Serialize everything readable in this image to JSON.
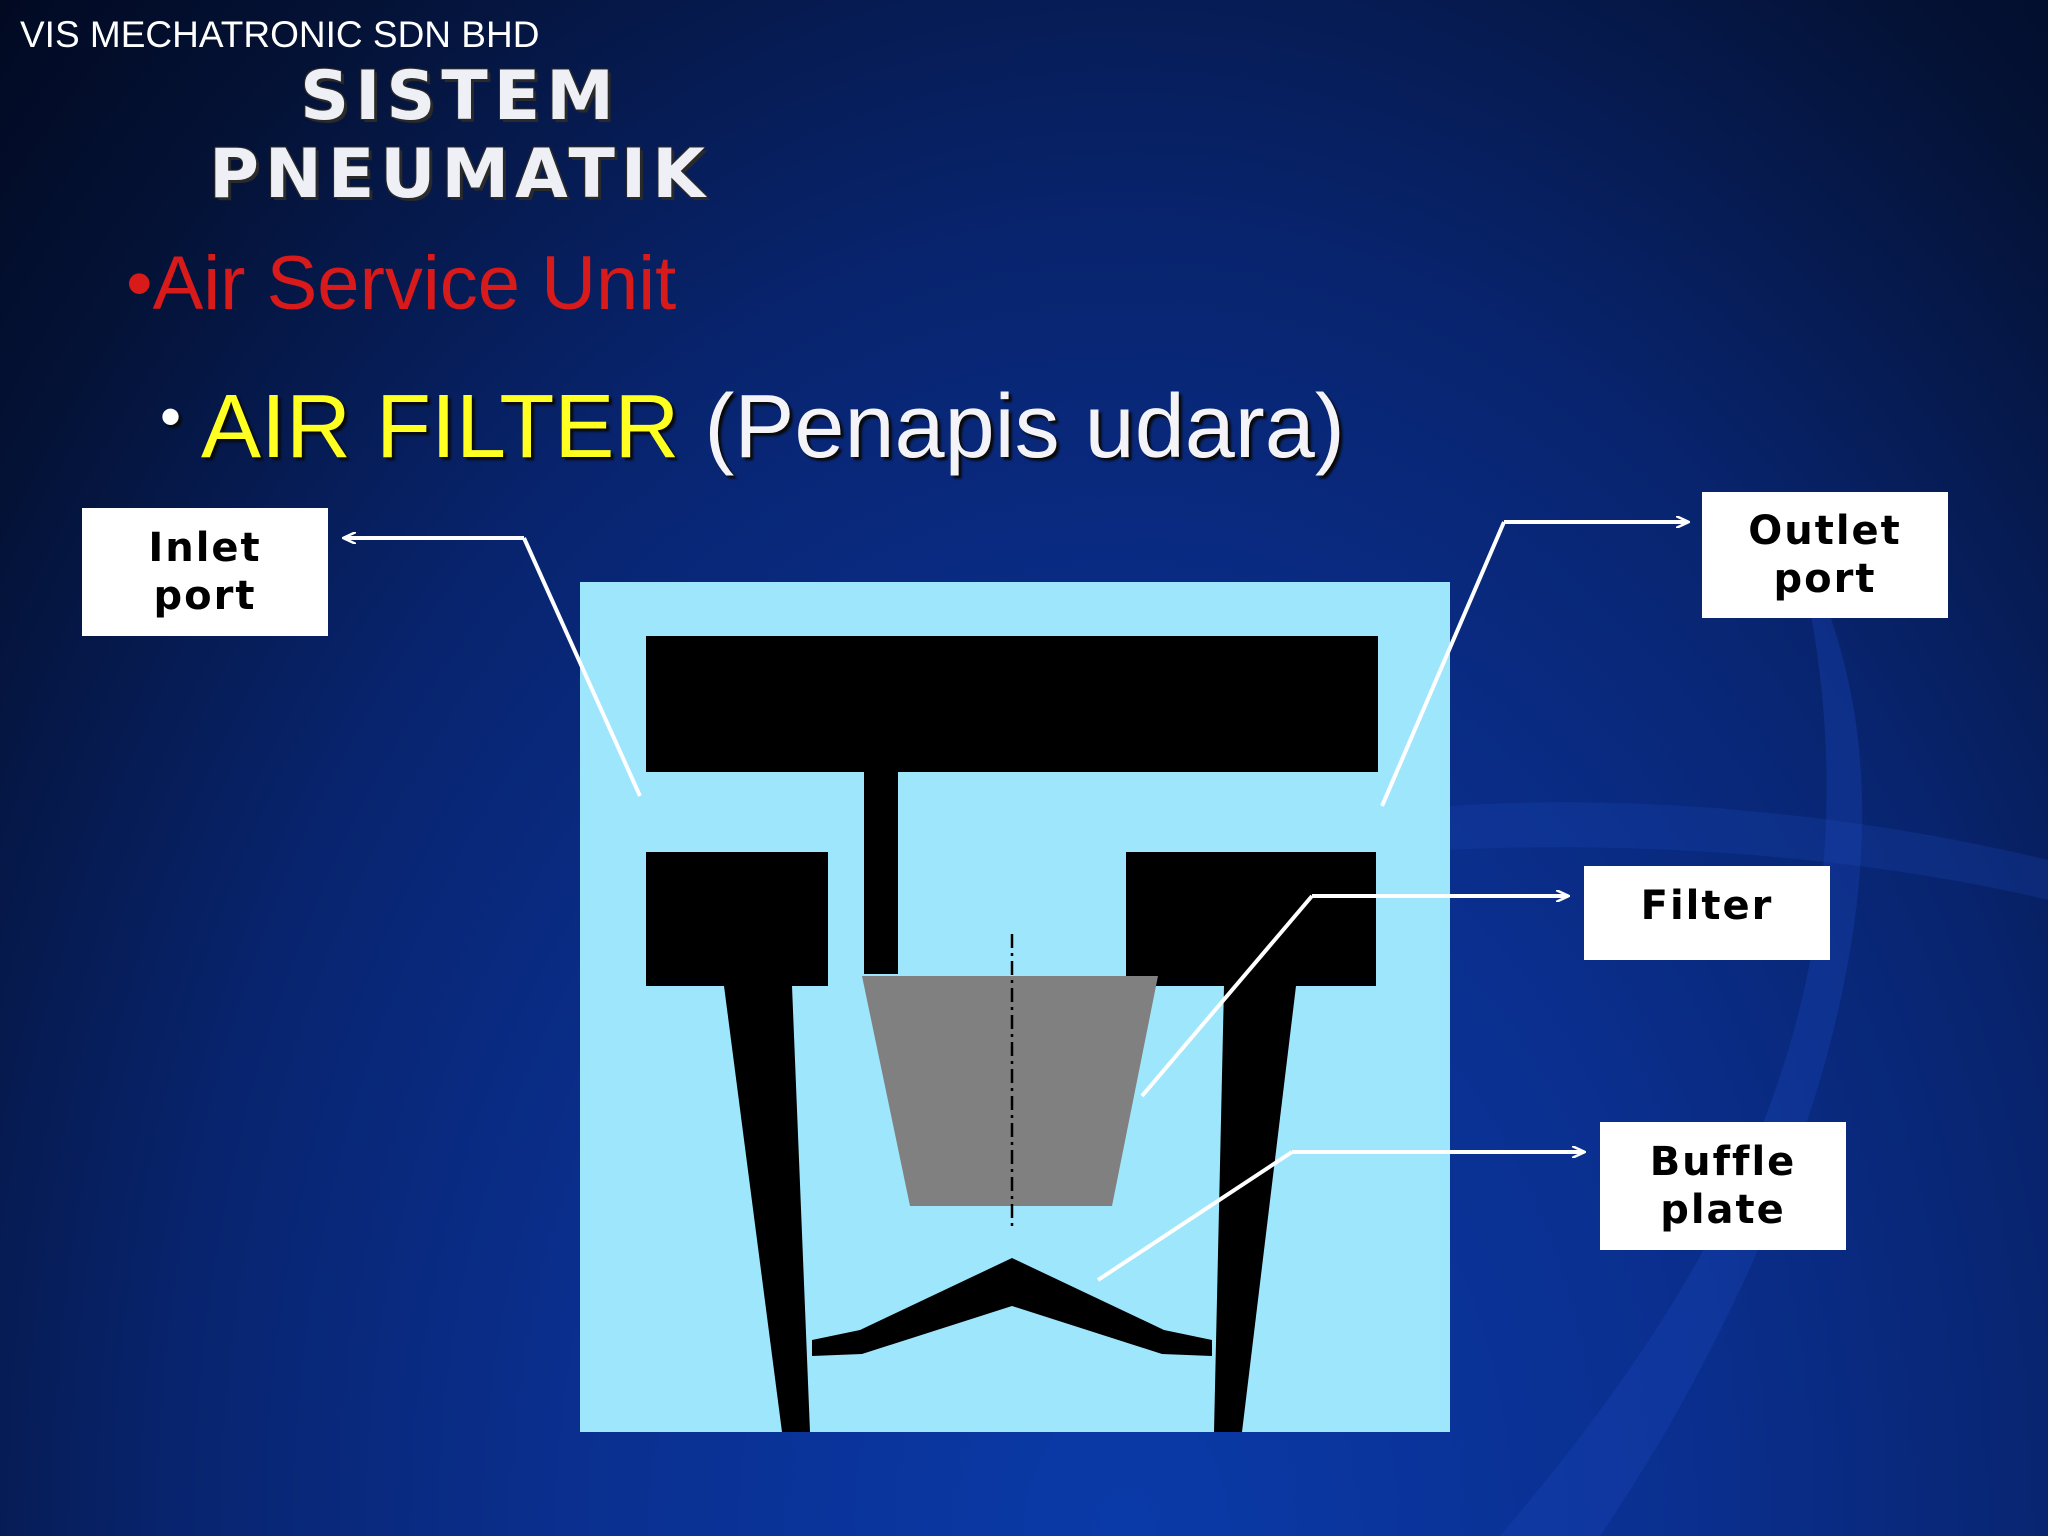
{
  "header": {
    "company": "VIS MECHATRONIC SDN BHD",
    "title_line1": "SISTEM",
    "title_line2": "PNEUMATIK"
  },
  "bullets": {
    "level1_marker": "•",
    "level1_text": "Air Service Unit",
    "level2_marker": "•",
    "level2_highlight": "AIR FILTER",
    "level2_rest": "(Penapis udara)"
  },
  "labels": {
    "inlet_line1": "Inlet",
    "inlet_line2": "port",
    "outlet_line1": "Outlet",
    "outlet_line2": "port",
    "filter": "Filter",
    "buffle_line1": "Buffle",
    "buffle_line2": "plate"
  },
  "colors": {
    "body_fill": "#9ee6fb",
    "solid": "#000000",
    "filter_element": "#808080",
    "bullet1_text": "#d81a1a",
    "bullet2_highlight": "#ffff22",
    "arrow": "#ffffff"
  }
}
